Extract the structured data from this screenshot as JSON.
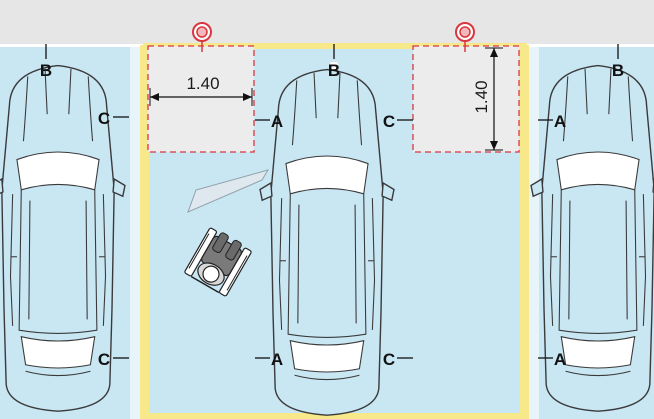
{
  "diagram": {
    "point_labels": {
      "a": "A",
      "b": "B",
      "c": "C"
    },
    "dimensions": {
      "horizontal": "1.40",
      "vertical": "1.40"
    },
    "colors": {
      "sidewalk": "#e6e6e6",
      "bay_fill": "#c9e6f3",
      "bay_line": "#f7e88a",
      "access_zone": "#ececec",
      "access_zone_border": "#d9363e",
      "bollard": "#d9363e",
      "center_dash": "#ffffff",
      "car_outline": "#3a3a3a"
    },
    "icons": [
      "bollard-icon",
      "wheelchair-user-icon",
      "open-car-door-icon"
    ]
  }
}
